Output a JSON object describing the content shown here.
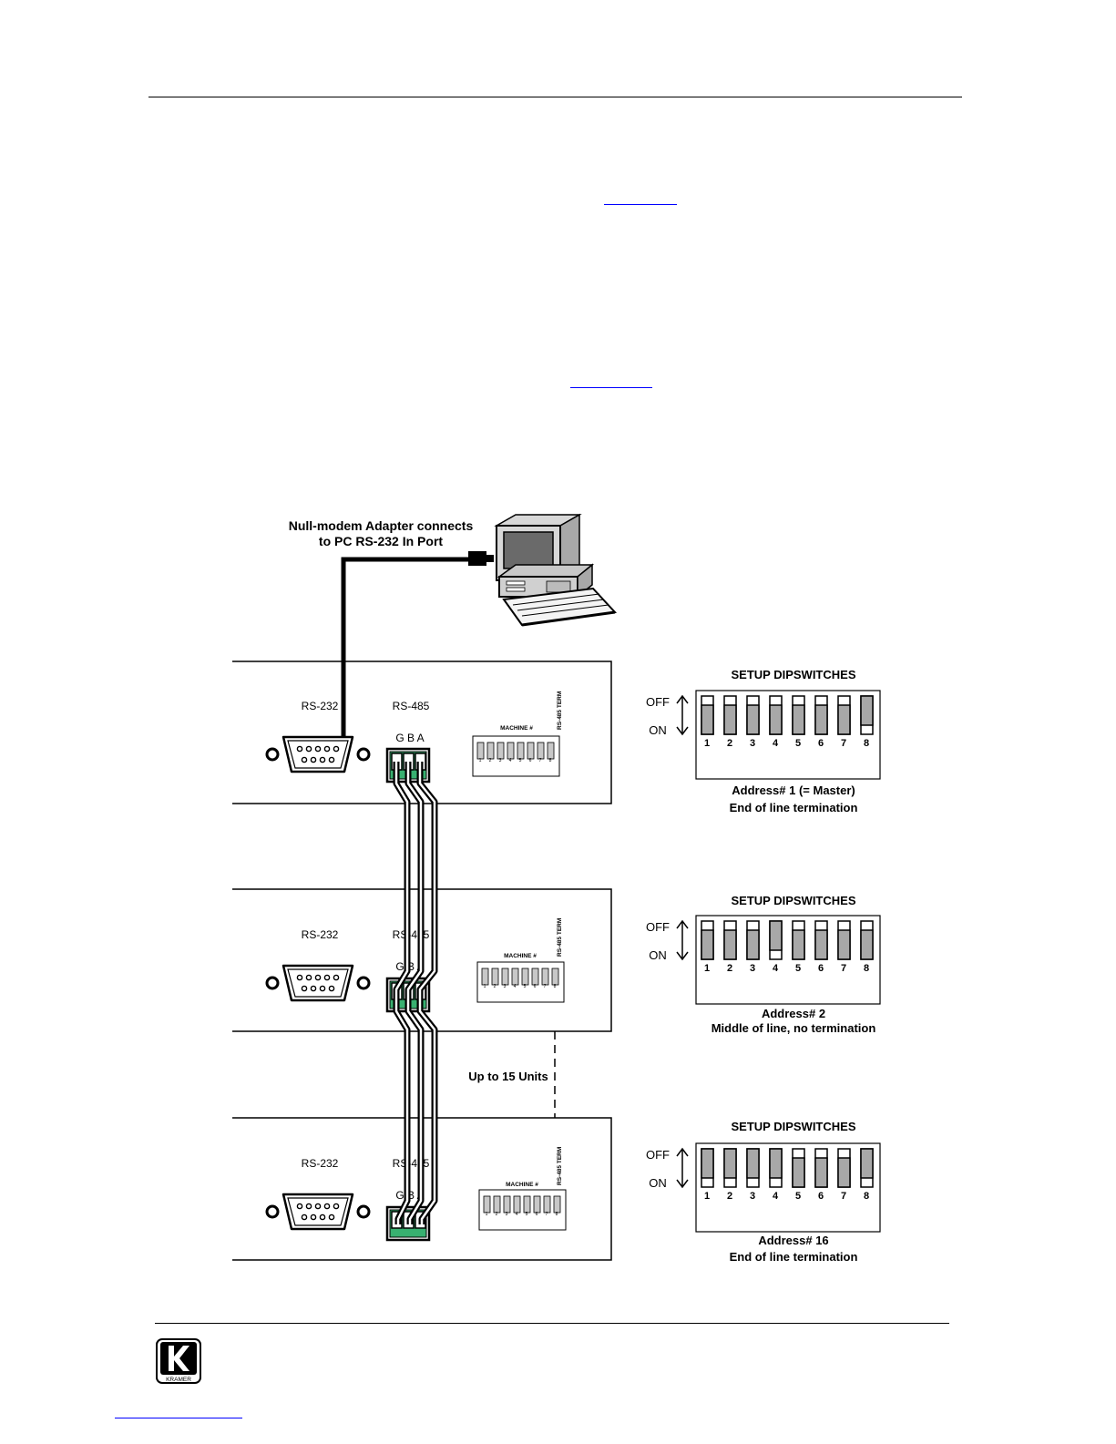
{
  "diagram": {
    "pc_label_line1": "Null-modem Adapter connects",
    "pc_label_line2": "to PC RS-232 In Port",
    "units": [
      {
        "rs232_label": "RS-232",
        "rs485_label": "RS-485",
        "terminal_label": "G B A",
        "machine_label": "MACHINE #",
        "term_label": "RS-485 TERM",
        "dip_numbers": [
          "1",
          "2",
          "3",
          "4",
          "5",
          "6",
          "7",
          "8"
        ]
      },
      {
        "rs232_label": "RS-232",
        "rs485_label": "RS-485",
        "terminal_label": "G B A",
        "machine_label": "MACHINE #",
        "term_label": "RS-485 TERM",
        "dip_numbers": [
          "1",
          "2",
          "3",
          "4",
          "5",
          "6",
          "7",
          "8"
        ]
      },
      {
        "rs232_label": "RS-232",
        "rs485_label": "RS-485",
        "terminal_label": "G B A",
        "machine_label": "MACHINE #",
        "term_label": "RS-485 TERM",
        "dip_numbers": [
          "1",
          "2",
          "3",
          "4",
          "5",
          "6",
          "7",
          "8"
        ]
      }
    ],
    "up_to_label": "Up to 15 Units",
    "setups": [
      {
        "title": "SETUP DIPSWITCHES",
        "off_label": "OFF",
        "on_label": "ON",
        "switch_numbers": [
          "1",
          "2",
          "3",
          "4",
          "5",
          "6",
          "7",
          "8"
        ],
        "switch_states": [
          "ON",
          "ON",
          "ON",
          "ON",
          "ON",
          "ON",
          "ON",
          "OFF"
        ],
        "caption_line1": "Address# 1 (= Master)",
        "caption_line2": "End of line termination"
      },
      {
        "title": "SETUP DIPSWITCHES",
        "off_label": "OFF",
        "on_label": "ON",
        "switch_numbers": [
          "1",
          "2",
          "3",
          "4",
          "5",
          "6",
          "7",
          "8"
        ],
        "switch_states": [
          "ON",
          "ON",
          "ON",
          "OFF",
          "ON",
          "ON",
          "ON",
          "ON"
        ],
        "caption_line1": "Address# 2",
        "caption_line2": "Middle of line, no termination"
      },
      {
        "title": "SETUP DIPSWITCHES",
        "off_label": "OFF",
        "on_label": "ON",
        "switch_numbers": [
          "1",
          "2",
          "3",
          "4",
          "5",
          "6",
          "7",
          "8"
        ],
        "switch_states": [
          "OFF",
          "OFF",
          "OFF",
          "OFF",
          "ON",
          "ON",
          "ON",
          "OFF"
        ],
        "caption_line1": "Address# 16",
        "caption_line2": "End of line termination"
      }
    ]
  },
  "footer": {
    "logo_text": "KRAMER"
  }
}
